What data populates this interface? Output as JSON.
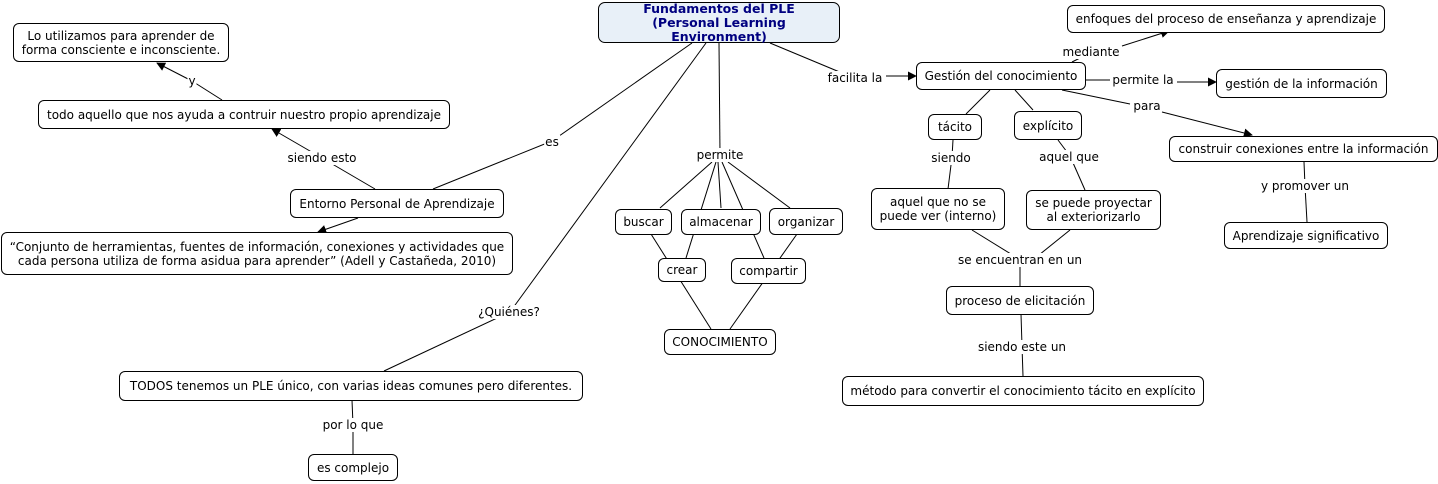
{
  "concept_map": {
    "root": "Fundamentos del PLE\n(Personal Learning Environment)",
    "nodes": {
      "consciente": "Lo utilizamos para aprender de\nforma consciente e inconsciente.",
      "todo_aquello": "todo aquello que nos ayuda a contruir nuestro propio aprendizaje",
      "entorno": "Entorno Personal de Aprendizaje",
      "conjunto": "“Conjunto de herramientas, fuentes de información, conexiones y actividades que\ncada persona utiliza de forma asidua para aprender” (Adell y Castañeda, 2010)",
      "todos": "TODOS tenemos un PLE único, con varias ideas comunes pero diferentes.",
      "complejo": "es complejo",
      "buscar": "buscar",
      "almacenar": "almacenar",
      "organizar": "organizar",
      "crear": "crear",
      "compartir": "compartir",
      "conocimiento": "CONOCIMIENTO",
      "gestion_conocimiento": "Gestión del conocimiento",
      "enfoques": "enfoques del proceso de enseñanza y aprendizaje",
      "gestion_informacion": "gestión de la información",
      "construir": "construir conexiones entre la información",
      "significativo": "Aprendizaje significativo",
      "tacito": "tácito",
      "explicito": "explícito",
      "interno": "aquel que no se\npuede ver (interno)",
      "proyectar": "se puede proyectar\nal exteriorizarlo",
      "elicitacion": "proceso de elicitación",
      "metodo": "método para convertir el conocimiento tácito en explícito"
    },
    "link_labels": {
      "y": "y",
      "es": "es",
      "siendo_esto": "siendo esto",
      "quienes": "¿Quiénes?",
      "por_lo_que": "por lo que",
      "permite": "permite",
      "facilita_la": "facilita la",
      "mediante": "mediante",
      "permite_la": "permite la",
      "para": "para",
      "y_promover_un": "y promover un",
      "siendo": "siendo",
      "aquel_que": "aquel que",
      "se_encuentran_en_un": "se encuentran en un",
      "siendo_este_un": "siendo este un"
    }
  }
}
